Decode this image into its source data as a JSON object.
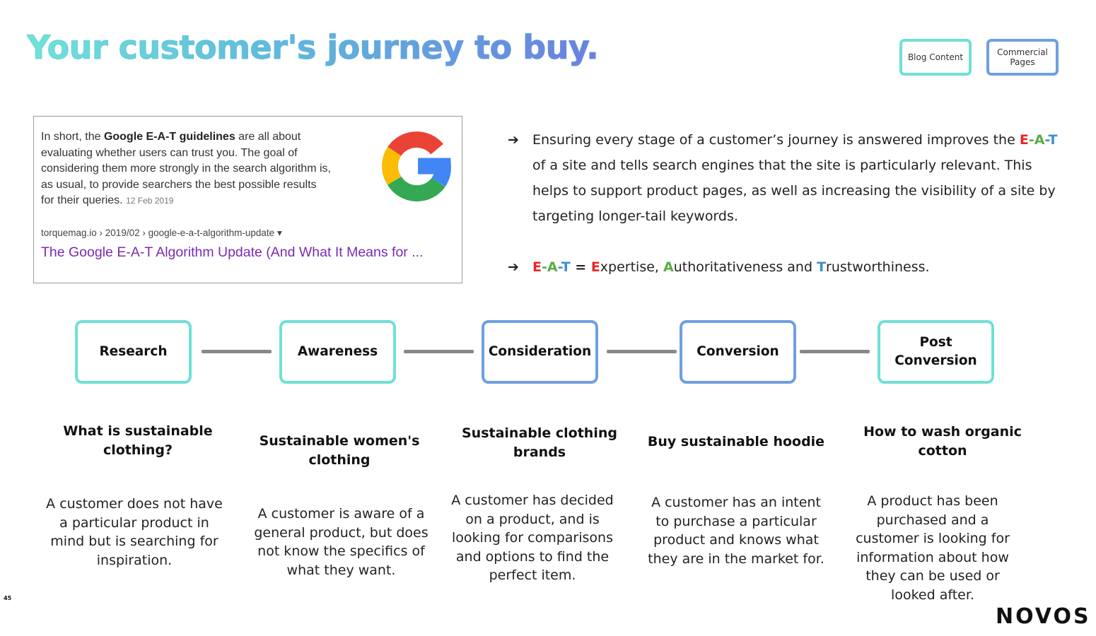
{
  "title": "Your customer's journey to buy.",
  "legend": [
    {
      "label": "Blog Content",
      "color": "#6fe0d6"
    },
    {
      "label": "Commercial Pages",
      "color": "#6f9fe0"
    }
  ],
  "snippet": {
    "text_pre": "In short, the ",
    "text_bold": "Google E-A-T guidelines",
    "text_post": " are all about evaluating whether users can trust you. The goal of considering them more strongly in the search algorithm is, as usual, to provide searchers the best possible results for their queries.",
    "date": "12 Feb 2019",
    "url": "torquemag.io › 2019/02 › google-e-a-t-algorithm-update ▾",
    "link": "The Google E-A-T Algorithm Update (And What It Means for ..."
  },
  "bullets": {
    "arrow": "➔",
    "b1_pre": "Ensuring every stage of a customer’s journey is answered improves the ",
    "b1_post": " of a site and tells search engines that the site is particularly relevant. This helps to support product pages, as well as increasing the visibility of a site by targeting longer-tail keywords.",
    "E": "E",
    "A": "A",
    "T": "T",
    "dash": "-",
    "eq": " = ",
    "xpertise": "xpertise, ",
    "uthoritativeness": "uthoritativeness and ",
    "rustworthiness": "rustworthiness."
  },
  "stages": [
    {
      "label": "Research",
      "keyword": "What is sustainable clothing?",
      "desc": "A customer does not have a particular product in mind but is searching for inspiration."
    },
    {
      "label": "Awareness",
      "keyword": "Sustainable women's clothing",
      "desc": "A customer is aware of a general product, but does not know the specifics of what they want."
    },
    {
      "label": "Consideration",
      "keyword": "Sustainable clothing brands",
      "desc": "A customer has decided on a product, and is looking for comparisons and options to find the perfect item."
    },
    {
      "label": "Conversion",
      "keyword": "Buy sustainable hoodie",
      "desc": "A customer has an intent to purchase a particular product and knows what they are in the market for."
    },
    {
      "label": "Post Conversion",
      "keyword": "How to wash organic cotton",
      "desc": "A product has been purchased and a customer is looking for information about how they can be used or looked after."
    }
  ],
  "page_number": "45",
  "logo": "NOVOS"
}
